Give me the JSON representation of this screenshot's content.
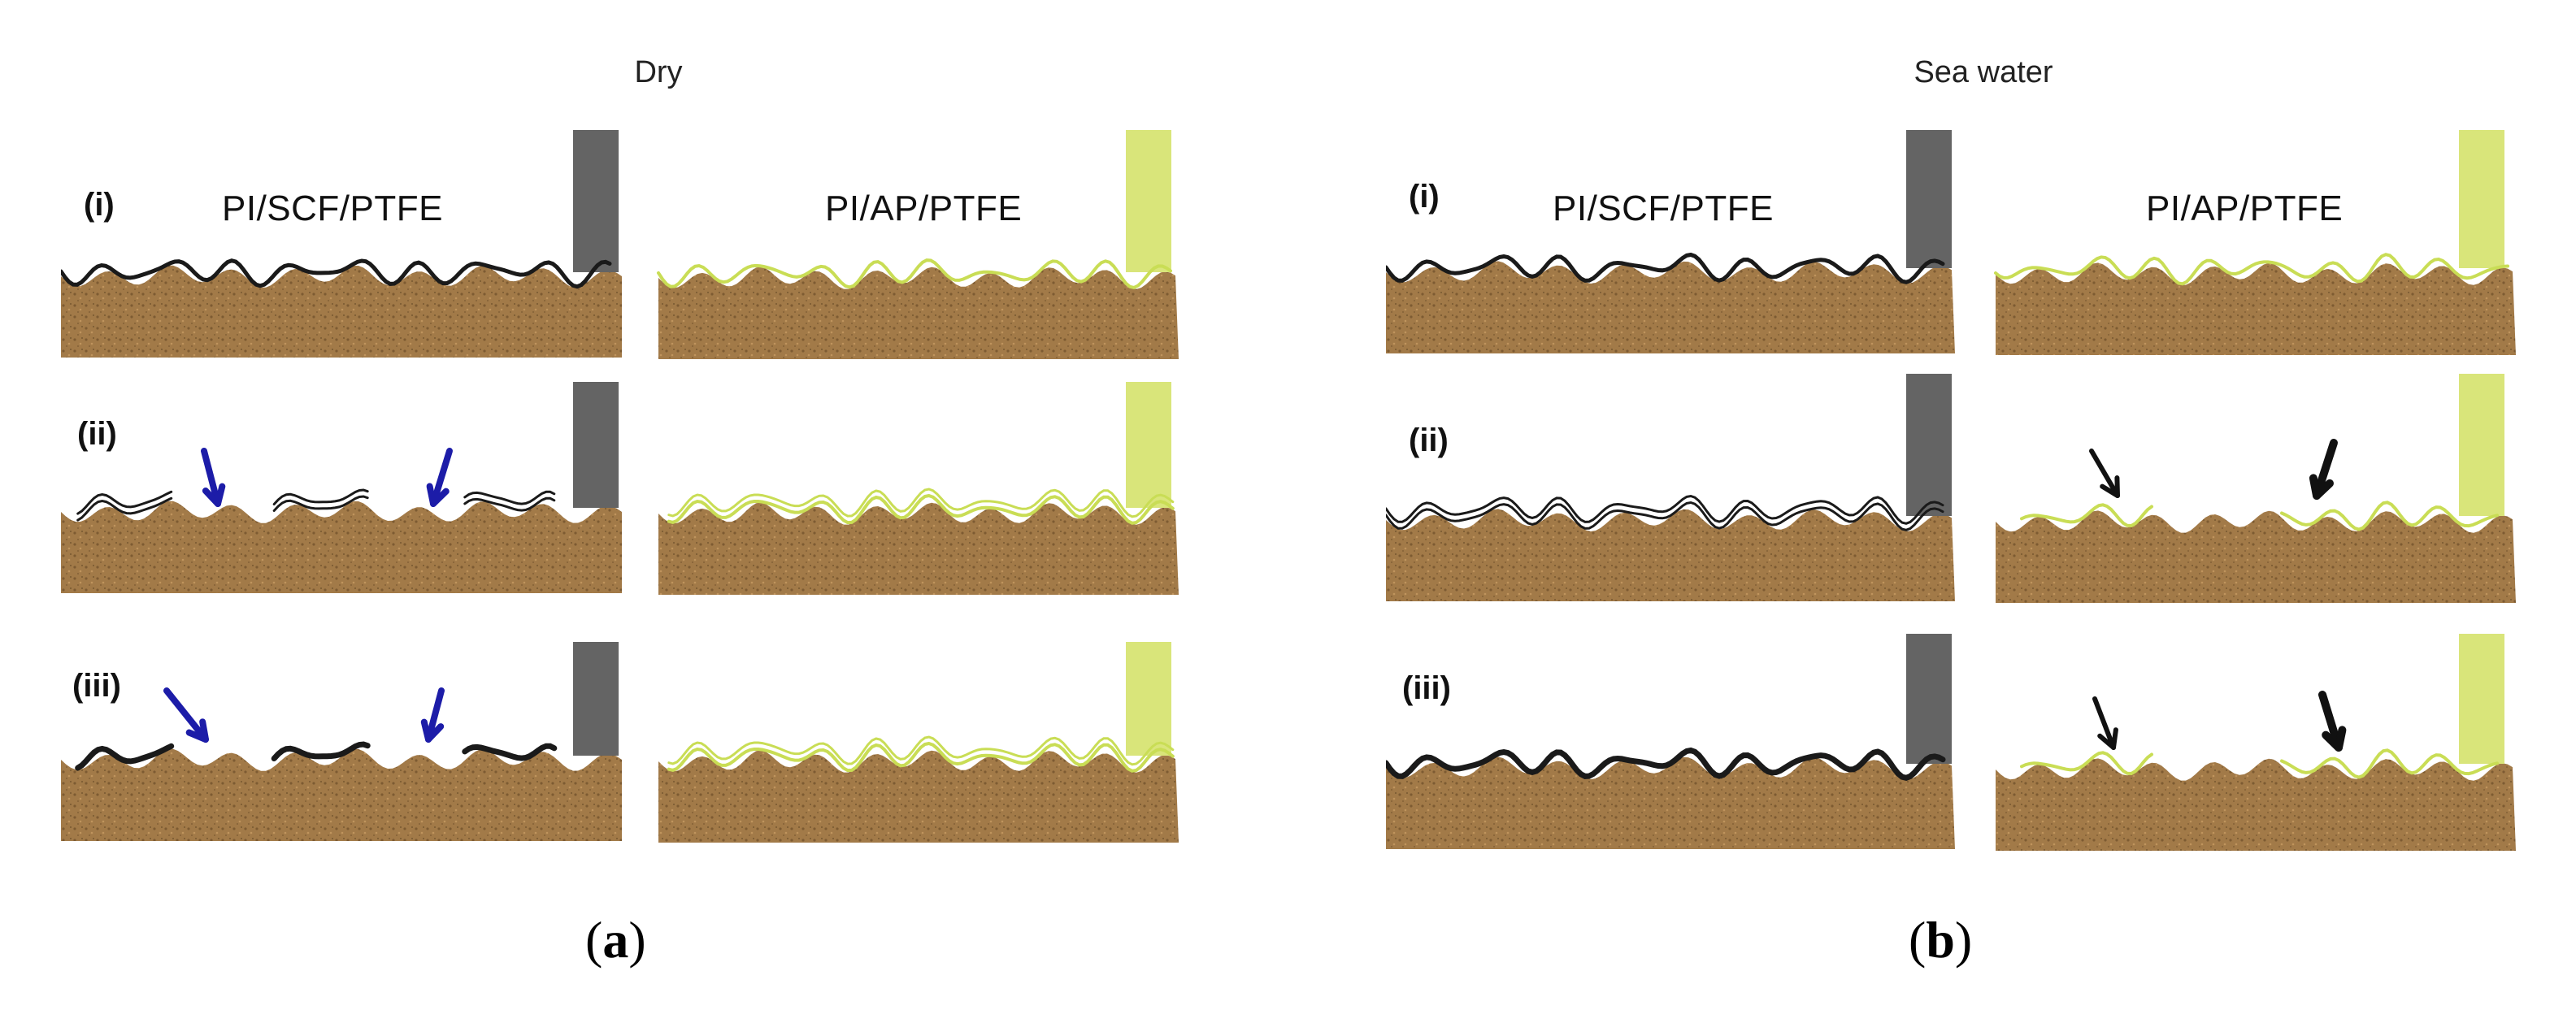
{
  "colors": {
    "substrate": "#a27a48",
    "substrate_dark": "#6e4f2a",
    "slider_dark": "#646464",
    "slider_light": "#d9e57a",
    "film_dark": "#1a1a1a",
    "film_light": "#c9dd55",
    "arrow_blue": "#1c1ca8",
    "arrow_black": "#111111"
  },
  "panel_a": {
    "title": "Dry",
    "caption_open": "(",
    "caption_letter": "a",
    "caption_close": ")",
    "rows": [
      {
        "label": "(i)",
        "left_material": "PI/SCF/PTFE",
        "right_material": "PI/AP/PTFE",
        "left_arrows": 0,
        "right_arrows": 0
      },
      {
        "label": "(ii)",
        "left_arrows": 2,
        "right_arrows": 0
      },
      {
        "label": "(iii)",
        "left_arrows": 2,
        "right_arrows": 0
      }
    ]
  },
  "panel_b": {
    "title": "Sea water",
    "caption_open": "(",
    "caption_letter": "b",
    "caption_close": ")",
    "rows": [
      {
        "label": "(i)",
        "left_material": "PI/SCF/PTFE",
        "right_material": "PI/AP/PTFE",
        "left_arrows": 0,
        "right_arrows": 0
      },
      {
        "label": "(ii)",
        "left_arrows": 0,
        "right_arrows": 2
      },
      {
        "label": "(iii)",
        "left_arrows": 0,
        "right_arrows": 2
      }
    ]
  }
}
